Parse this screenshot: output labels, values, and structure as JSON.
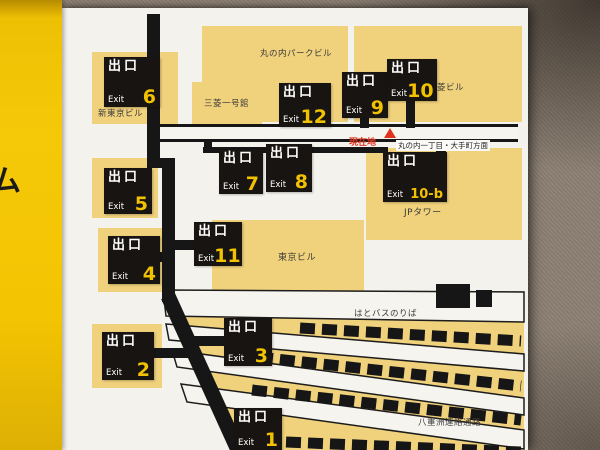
{
  "sign": {
    "left_strip_partial_char": "ム"
  },
  "exits": [
    {
      "kanji": "出口",
      "en": "Exit",
      "num": "6"
    },
    {
      "kanji": "出口",
      "en": "Exit",
      "num": "12"
    },
    {
      "kanji": "出口",
      "en": "Exit",
      "num": "9"
    },
    {
      "kanji": "出口",
      "en": "Exit",
      "num": "10"
    },
    {
      "kanji": "出口",
      "en": "Exit",
      "num": "5"
    },
    {
      "kanji": "出口",
      "en": "Exit",
      "num": "7"
    },
    {
      "kanji": "出口",
      "en": "Exit",
      "num": "8"
    },
    {
      "kanji": "出口",
      "en": "Exit",
      "num": "10-b"
    },
    {
      "kanji": "出口",
      "en": "Exit",
      "num": "11"
    },
    {
      "kanji": "出口",
      "en": "Exit",
      "num": "4"
    },
    {
      "kanji": "出口",
      "en": "Exit",
      "num": "3"
    },
    {
      "kanji": "出口",
      "en": "Exit",
      "num": "2"
    },
    {
      "kanji": "出口",
      "en": "Exit",
      "num": "1"
    }
  ],
  "labels": {
    "marunouchi_park_building": "丸の内パークビル",
    "mitsubishi_ichigokan": "三菱一号館",
    "shin_tokyo_building": "新東京ビル",
    "mitsubishi_building": "三菱ビル",
    "you_are_here": "現在地",
    "direction_marunouchi_otemachi": "丸の内一丁目・大手町方面",
    "jp_tower": "JPタワー",
    "tokyo_building": "東京ビル",
    "hato_bus_stop": "はとバスのりば",
    "yaesu_passage": "八重洲連絡通路"
  },
  "colors": {
    "strip_yellow": "#f3c402",
    "building_yellow": "#f0d17c",
    "badge_black": "#171411",
    "badge_number_yellow": "#f2c202",
    "you_are_here_red": "#e0321e",
    "panel_white": "#f4f2ec"
  }
}
